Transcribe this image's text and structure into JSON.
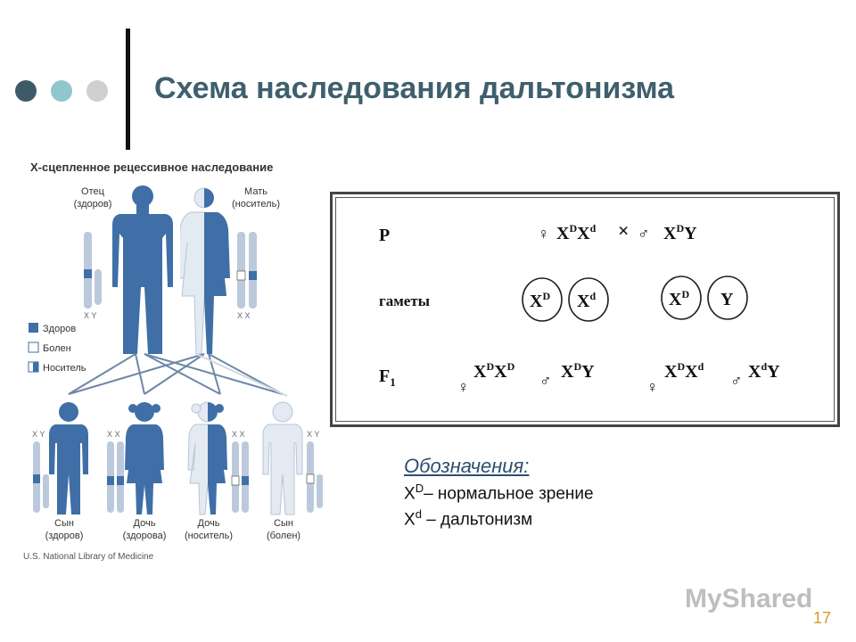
{
  "slide": {
    "title": "Схема наследования дальтонизма",
    "page_number": "17",
    "watermark": "MyShared",
    "decor_dot_colors": [
      "#3e5a66",
      "#8fc7cc",
      "#cfcfcf"
    ]
  },
  "pedigree": {
    "heading": "Х-сцепленное рецессивное наследование",
    "father_label": [
      "Отец",
      "(здоров)"
    ],
    "mother_label": [
      "Мать",
      "(носитель)"
    ],
    "chrom_labels": {
      "xy": "X Y",
      "xx": "X X"
    },
    "legend": [
      {
        "label": "Здоров"
      },
      {
        "label": "Болен"
      },
      {
        "label": "Носитель"
      }
    ],
    "children": [
      {
        "label": [
          "Сын",
          "(здоров)"
        ],
        "chrom": "X Y"
      },
      {
        "label": [
          "Дочь",
          "(здорова)"
        ],
        "chrom": "X X"
      },
      {
        "label": [
          "Дочь",
          "(носитель)"
        ],
        "chrom": "X X"
      },
      {
        "label": [
          "Сын",
          "(болен)"
        ],
        "chrom": "X Y"
      }
    ],
    "credit": "U.S. National Library of Medicine",
    "colors": {
      "dark": "#3f6fa6",
      "light": "#d8e1ee",
      "chrom": "#bcc9dc"
    }
  },
  "scheme": {
    "row_p": "P",
    "row_gametes": "гаметы",
    "row_f1": "F",
    "row_f1_sub": "1",
    "female_sign": "♀",
    "male_sign": "♂",
    "cross_sign": "×"
  },
  "designations": {
    "heading": "Обозначения:",
    "line1_base": "X",
    "line1_sup": "D",
    "line1_text": "– нормальное зрение",
    "line2_base": "X",
    "line2_sup": "d",
    "line2_text": " – дальтонизм"
  }
}
